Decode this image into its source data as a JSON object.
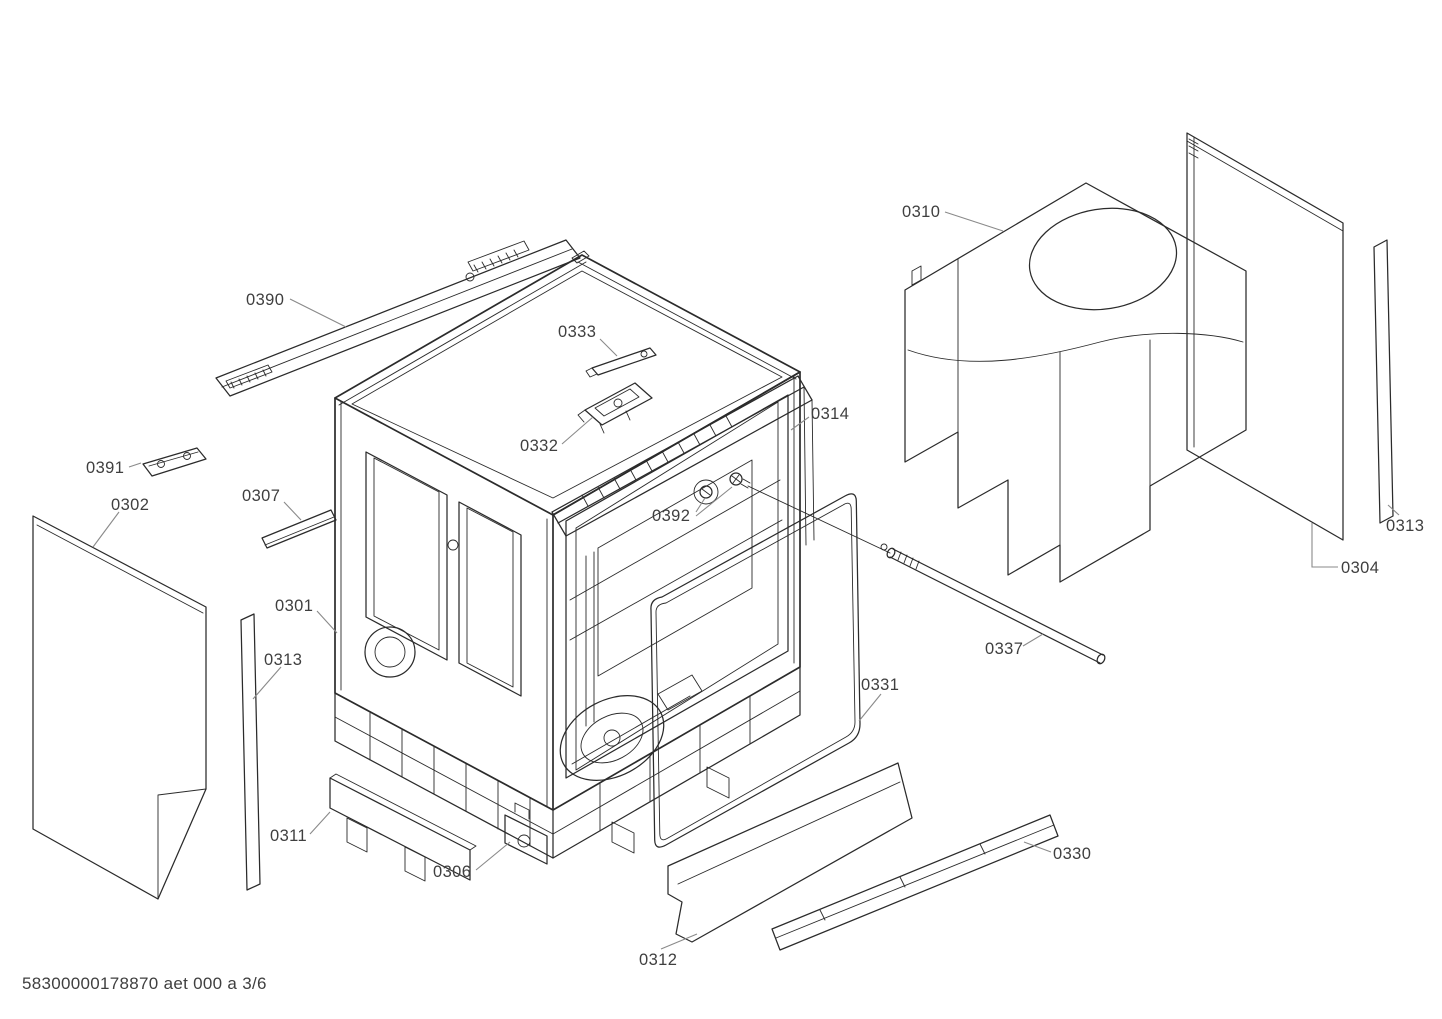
{
  "page": {
    "footer": "58300000178870 aet 000 a 3/6"
  },
  "diagram": {
    "kind": "exploded-parts-diagram",
    "colors": {
      "line": "#2b2b2b",
      "leader": "#8a8a8a",
      "label_text": "#3f3f3f",
      "background": "#ffffff"
    },
    "labels": [
      {
        "part": "0390"
      },
      {
        "part": "0333"
      },
      {
        "part": "0332"
      },
      {
        "part": "0391"
      },
      {
        "part": "0302"
      },
      {
        "part": "0307"
      },
      {
        "part": "0301"
      },
      {
        "part": "0313"
      },
      {
        "part": "0311"
      },
      {
        "part": "0306"
      },
      {
        "part": "0312"
      },
      {
        "part": "0314"
      },
      {
        "part": "0392"
      },
      {
        "part": "0310"
      },
      {
        "part": "0313"
      },
      {
        "part": "0304"
      },
      {
        "part": "0337"
      },
      {
        "part": "0331"
      },
      {
        "part": "0330"
      }
    ]
  }
}
